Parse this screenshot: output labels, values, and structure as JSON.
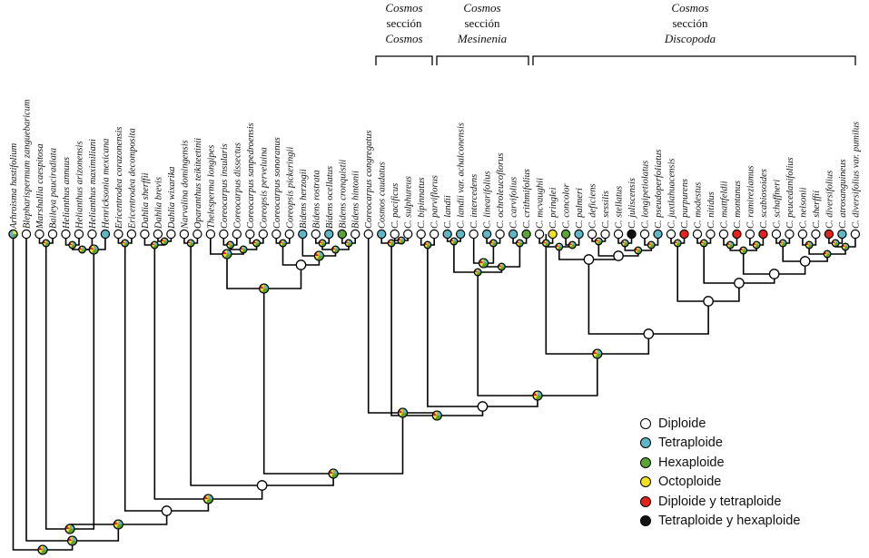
{
  "taxa": [
    "Arhroisma hastifolium",
    "Blepharispermum zanguebaricum",
    "Marshallia caespitosa",
    "Baileya pauciradiata",
    "Helianthus annuus",
    "Helianthus arizonensis",
    "Helianthus maximiliani",
    "Henricksonia mexicana",
    "Ericentrodea corazonensis",
    "Ericentrodea decomposita",
    "Dahlia sherffii",
    "Dahlia brevis",
    "Dahlia wixarika",
    "Narvalina domingensis",
    "Oparanthus teikiteetinii",
    "Thelesperma longipes",
    "Coreocarpus insularis",
    "Coreocarpus dissectus",
    "Coreocarpus sanpedroensis",
    "Coreopsis perveluina",
    "Coreocarpus sonoranus",
    "Coreopsis pickeringii",
    "Bidens herzogii",
    "Bidens rostrata",
    "Bidens ocellatus",
    "Bidens cronquistii",
    "Bidens hintonii",
    "Coreocarpus congregatus",
    "Cosmos caudatus",
    "C. pacificus",
    "C. sulphureus",
    "C. bipinnatus",
    "C. parviflorus",
    "C. landii",
    "C. landii var. achalconensis",
    "C. intercedens",
    "C. linearifolius",
    "C. ochroleucoflorus",
    "C. carvifolius",
    "C. crithmifolius",
    "C. mcvaughii",
    "C. pringlei",
    "C. concolor",
    "C. palmeri",
    "C. deficiens",
    "C. sessilis",
    "C. stellatus",
    "C. juliscensis",
    "C. longipetiolatus",
    "C. pseudoperfoliatus",
    "C. juxtlahuacensis",
    "C. purpurens",
    "C. modestus",
    "C. nitidus",
    "C. mattfeldii",
    "C. montanus",
    "C. ramireziamus",
    "C. scabiosoides",
    "C. schaffneri",
    "C. peucedanifolius",
    "C. nelsonii",
    "C. sherffii",
    "C. diversifolius",
    "C. atrosanguineus",
    "C. diversifolius var. pumilus"
  ],
  "sections": [
    {
      "word": "Cosmos",
      "middle": "sección",
      "name": "Cosmos"
    },
    {
      "word": "Cosmos",
      "middle": "sección",
      "name": "Mesinenia"
    },
    {
      "word": "Cosmos",
      "middle": "sección",
      "name": "Discopoda"
    }
  ],
  "legend": [
    {
      "label": "Diploide",
      "color": "#ffffff"
    },
    {
      "label": "Tetraploide",
      "color": "#5eb6c6"
    },
    {
      "label": "Hexaploide",
      "color": "#5aa336"
    },
    {
      "label": "Octoploide",
      "color": "#f2e21c"
    },
    {
      "label": "Diploide y tetraploide",
      "color": "#e5231d"
    },
    {
      "label": "Tetraploide y hexaploide",
      "color": "#111111"
    }
  ],
  "tip_states": [
    "mixed",
    "white",
    "white",
    "white",
    "white",
    "white",
    "white",
    "blue",
    "white",
    "white",
    "white",
    "white",
    "white",
    "white",
    "white",
    "white",
    "white",
    "white",
    "white",
    "white",
    "white",
    "white",
    "blue",
    "white",
    "blue",
    "green",
    "white",
    "white",
    "blue",
    "white",
    "white",
    "white",
    "white",
    "blue",
    "blue",
    "white",
    "blue",
    "white",
    "blue",
    "green",
    "white",
    "yellow",
    "green",
    "blue",
    "white",
    "white",
    "white",
    "black",
    "white",
    "blue",
    "white",
    "red",
    "white",
    "white",
    "white",
    "red",
    "white",
    "red",
    "white",
    "white",
    "white",
    "white",
    "red",
    "blue",
    "white"
  ]
}
